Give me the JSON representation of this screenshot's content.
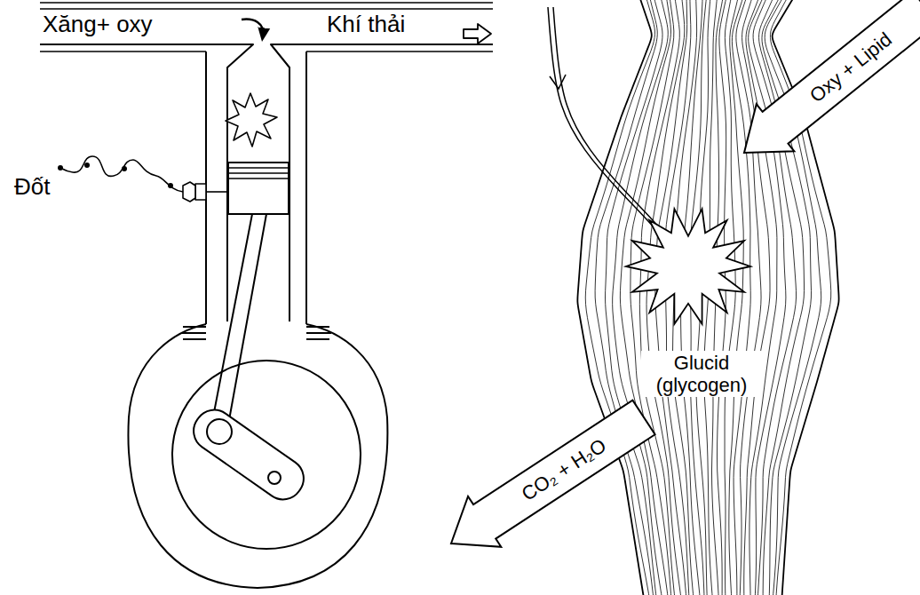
{
  "diagram": {
    "labels": [
      "Xăng+ oxy",
      "Khí thải",
      "Đốt",
      "Oxy + Lipid",
      "Glucid (glycogen)",
      "CO₂ + H₂O"
    ]
  }
}
